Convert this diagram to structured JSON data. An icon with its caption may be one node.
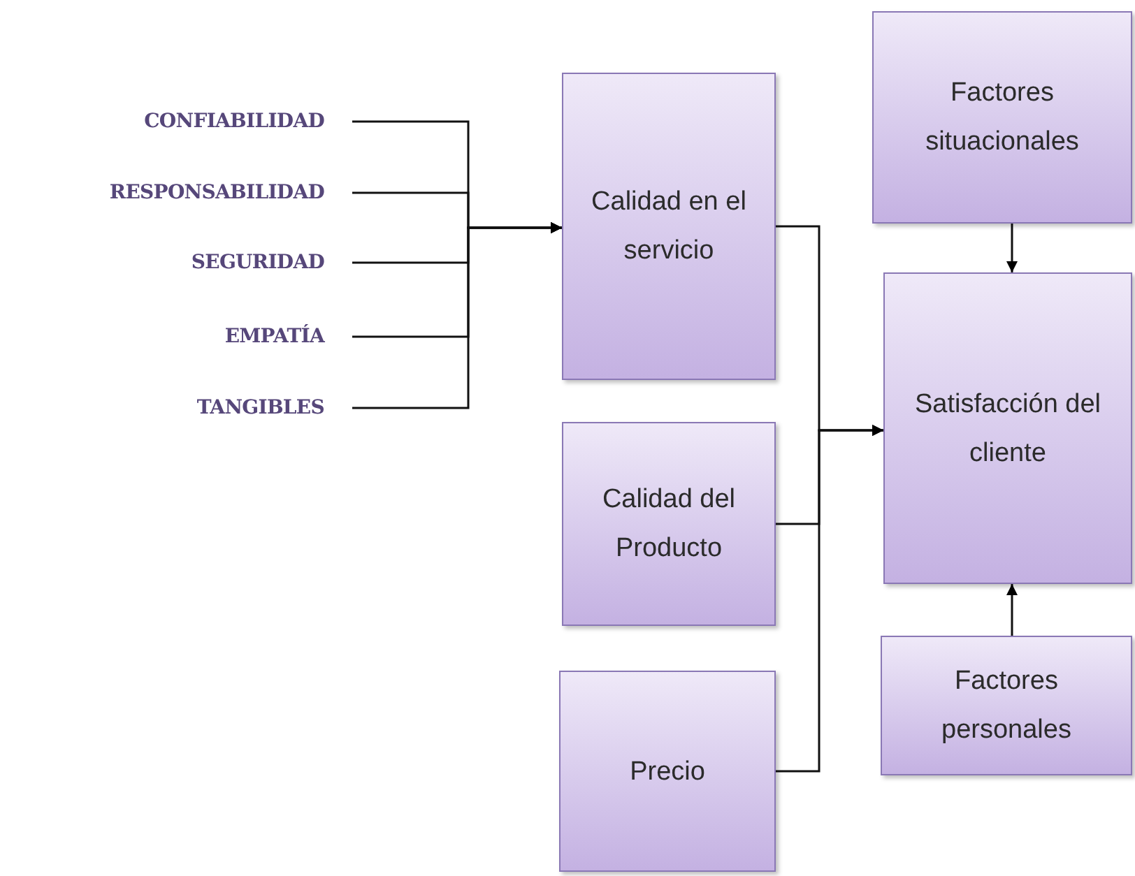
{
  "diagram": {
    "nodes": [
      {
        "text": [
          "CONFIABILIDAD"
        ]
      },
      {
        "text": [
          "RESPONSABILIDAD"
        ]
      },
      {
        "text": [
          "SEGURIDAD"
        ]
      },
      {
        "text": [
          "EMPATÍA"
        ]
      },
      {
        "text": [
          "TANGIBLES"
        ]
      },
      {
        "text": [
          "Calidad en el servicio"
        ]
      },
      {
        "text": [
          "Calidad del Producto"
        ]
      },
      {
        "text": [
          "Precio"
        ]
      },
      {
        "text": [
          "Factores situacionales"
        ]
      },
      {
        "text": [
          "Satisfacción del cliente"
        ]
      },
      {
        "text": [
          "Factores personales"
        ]
      }
    ],
    "edges": [
      {
        "from": 0,
        "to": 5,
        "arrow": "to"
      },
      {
        "from": 1,
        "to": 5,
        "arrow": "to"
      },
      {
        "from": 2,
        "to": 5,
        "arrow": "to"
      },
      {
        "from": 3,
        "to": 5,
        "arrow": "to"
      },
      {
        "from": 4,
        "to": 5,
        "arrow": "to"
      },
      {
        "from": 5,
        "to": 9,
        "arrow": "to"
      },
      {
        "from": 6,
        "to": 9,
        "arrow": "to"
      },
      {
        "from": 7,
        "to": 9,
        "arrow": "to"
      },
      {
        "from": 8,
        "to": 9,
        "arrow": "to"
      },
      {
        "from": 10,
        "to": 9,
        "arrow": "to"
      }
    ]
  }
}
